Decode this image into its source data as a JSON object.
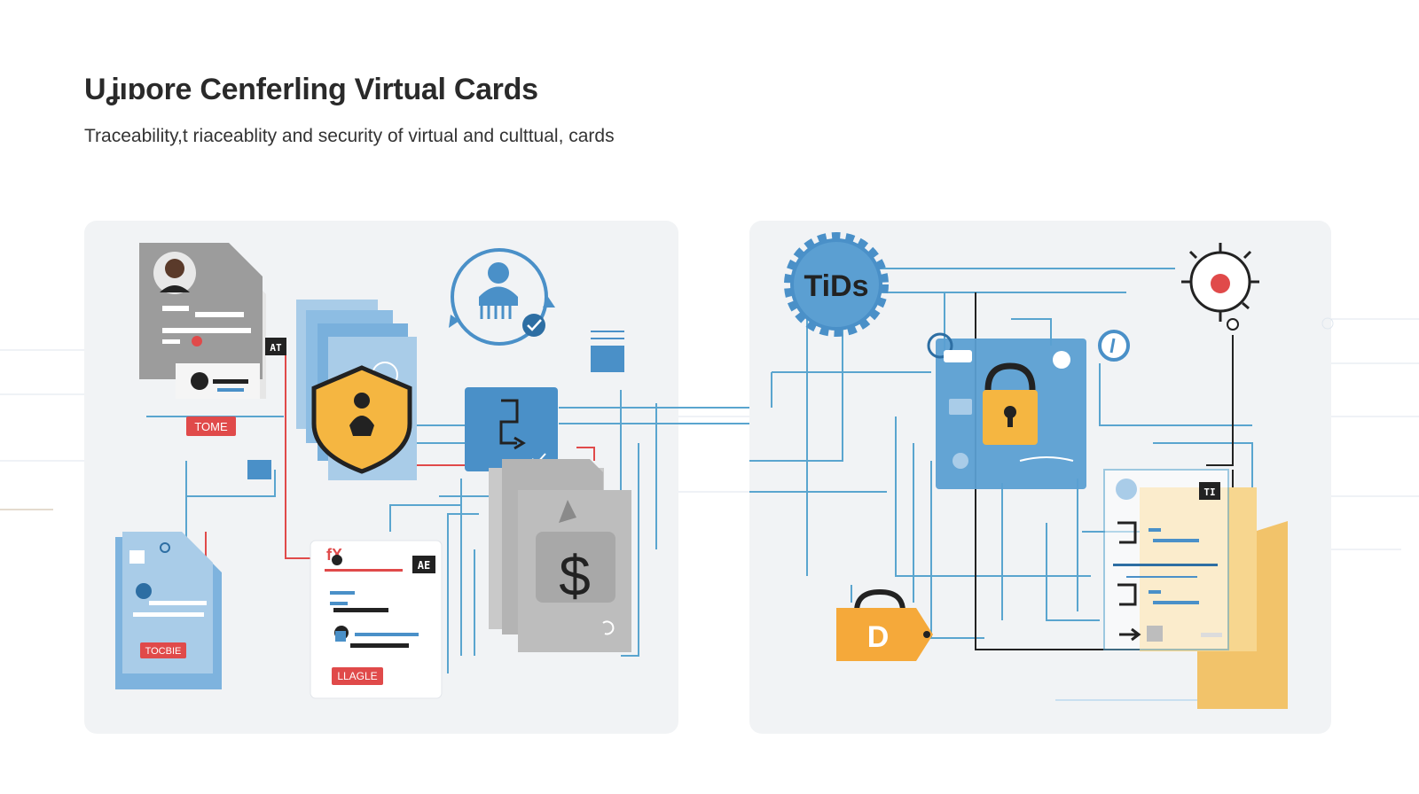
{
  "header": {
    "title": "Uʝıɒore Cenferling Virtual Cards",
    "subtitle": "Traceability,t riaceablity and security of virtual and culttual, cards"
  },
  "left_panel": {
    "tag_tome": "TOME",
    "tag_tocbie": "TOCBIE",
    "tag_llagle": "LLAGLE",
    "badge_ae": "AE",
    "badge_at": "AT"
  },
  "right_panel": {
    "gear_label": "TiDs",
    "tag_letter": "D",
    "badge_ti": "TI"
  },
  "colors": {
    "blue": "#4a90c8",
    "light_blue": "#a9cce8",
    "line_blue": "#5aa5cf",
    "orange": "#f5a93a",
    "red": "#e04a4a",
    "gray": "#9e9e9e",
    "dark": "#222222",
    "panel_bg": "#f1f3f5"
  },
  "icons": [
    "profile-card-icon",
    "shield-icon",
    "user-cycle-icon",
    "route-card-icon",
    "dollar-doc-icon",
    "gear-icon",
    "sun-alert-icon",
    "padlock-icon",
    "key-tag-icon",
    "folder-icon"
  ]
}
